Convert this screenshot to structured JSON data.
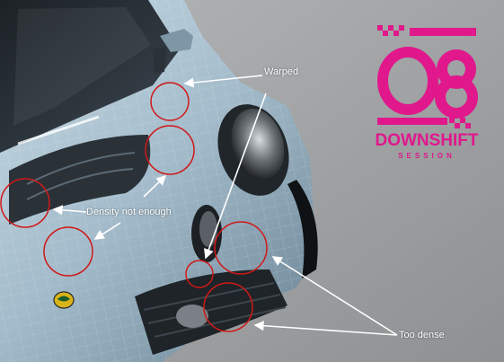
{
  "annotations": {
    "warped": "Warped",
    "density_not_enough": "Density not enough",
    "too_dense": "Too dense"
  },
  "logo": {
    "number": "08",
    "title": "DOWNSHIFT",
    "subtitle": "SESSION",
    "color": "#e0188c"
  },
  "colors": {
    "background": "#9fa1a3",
    "car_body": "#a9c0cf",
    "circle": "#d01818",
    "label": "#ffffff"
  },
  "icons": [
    "lotus-badge-icon"
  ]
}
